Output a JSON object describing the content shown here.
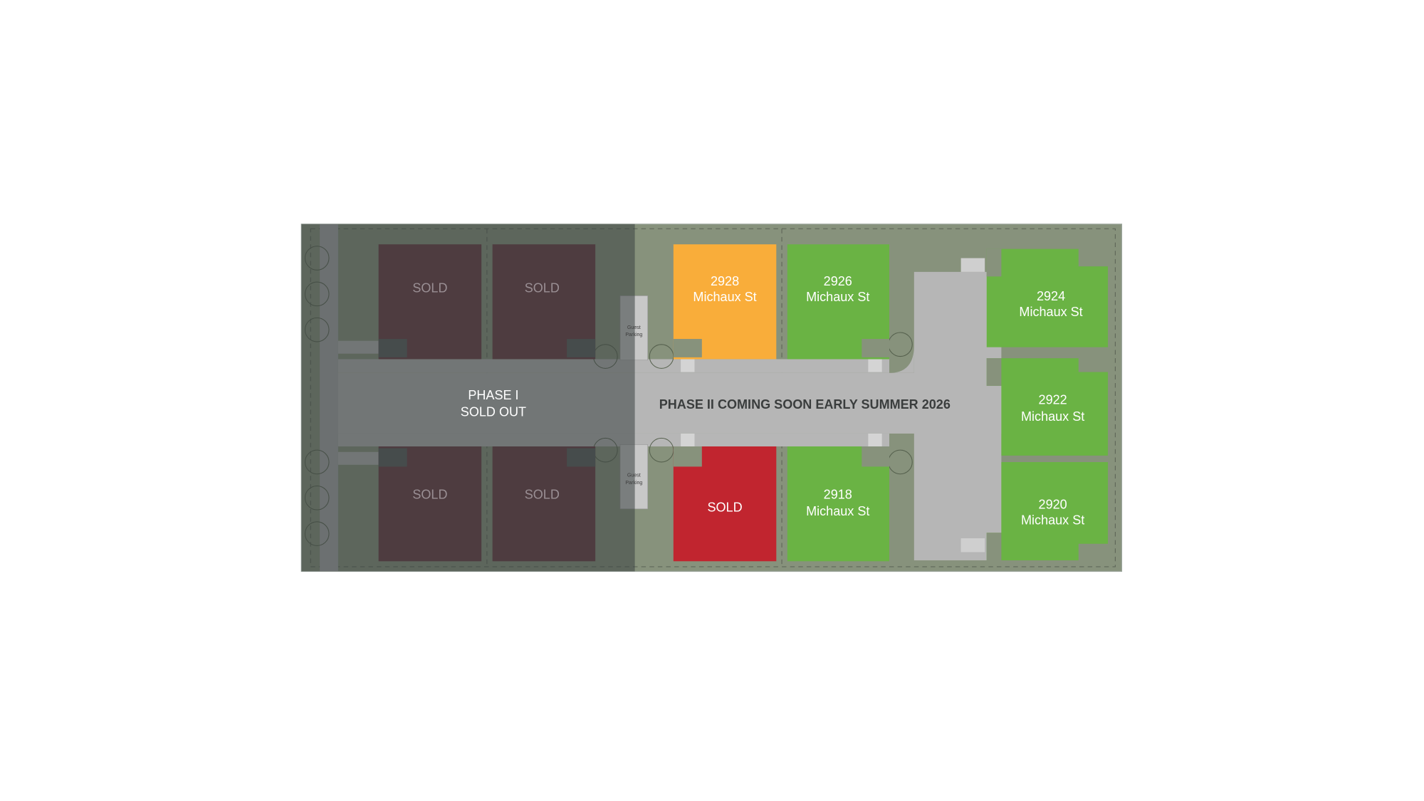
{
  "colors": {
    "site_bg": "#87927c",
    "road": "#b6b6b6",
    "phase1_overlay": "#4a4f50",
    "sold_phase1": "#67363f",
    "available": "#6ab344",
    "pending": "#f9ad3a",
    "sold": "#c1252f"
  },
  "phase1": {
    "line1": "PHASE I",
    "line2": "SOLD OUT"
  },
  "phase2": {
    "label": "PHASE II COMING SOON EARLY SUMMER 2026"
  },
  "guest_parking": {
    "line1": "Guest",
    "line2": "Parking"
  },
  "lots": {
    "p1_top_left": {
      "label": "SOLD",
      "status": "sold"
    },
    "p1_top_right": {
      "label": "SOLD",
      "status": "sold"
    },
    "p1_bottom_left": {
      "label": "SOLD",
      "status": "sold"
    },
    "p1_bottom_right": {
      "label": "SOLD",
      "status": "sold"
    },
    "lot_2928": {
      "number": "2928",
      "street": "Michaux St",
      "status": "pending"
    },
    "lot_2926": {
      "number": "2926",
      "street": "Michaux St",
      "status": "available"
    },
    "lot_sold": {
      "label": "SOLD",
      "status": "sold"
    },
    "lot_2918": {
      "number": "2918",
      "street": "Michaux St",
      "status": "available"
    },
    "lot_2924": {
      "number": "2924",
      "street": "Michaux St",
      "status": "available"
    },
    "lot_2922": {
      "number": "2922",
      "street": "Michaux St",
      "status": "available"
    },
    "lot_2920": {
      "number": "2920",
      "street": "Michaux St",
      "status": "available"
    }
  }
}
